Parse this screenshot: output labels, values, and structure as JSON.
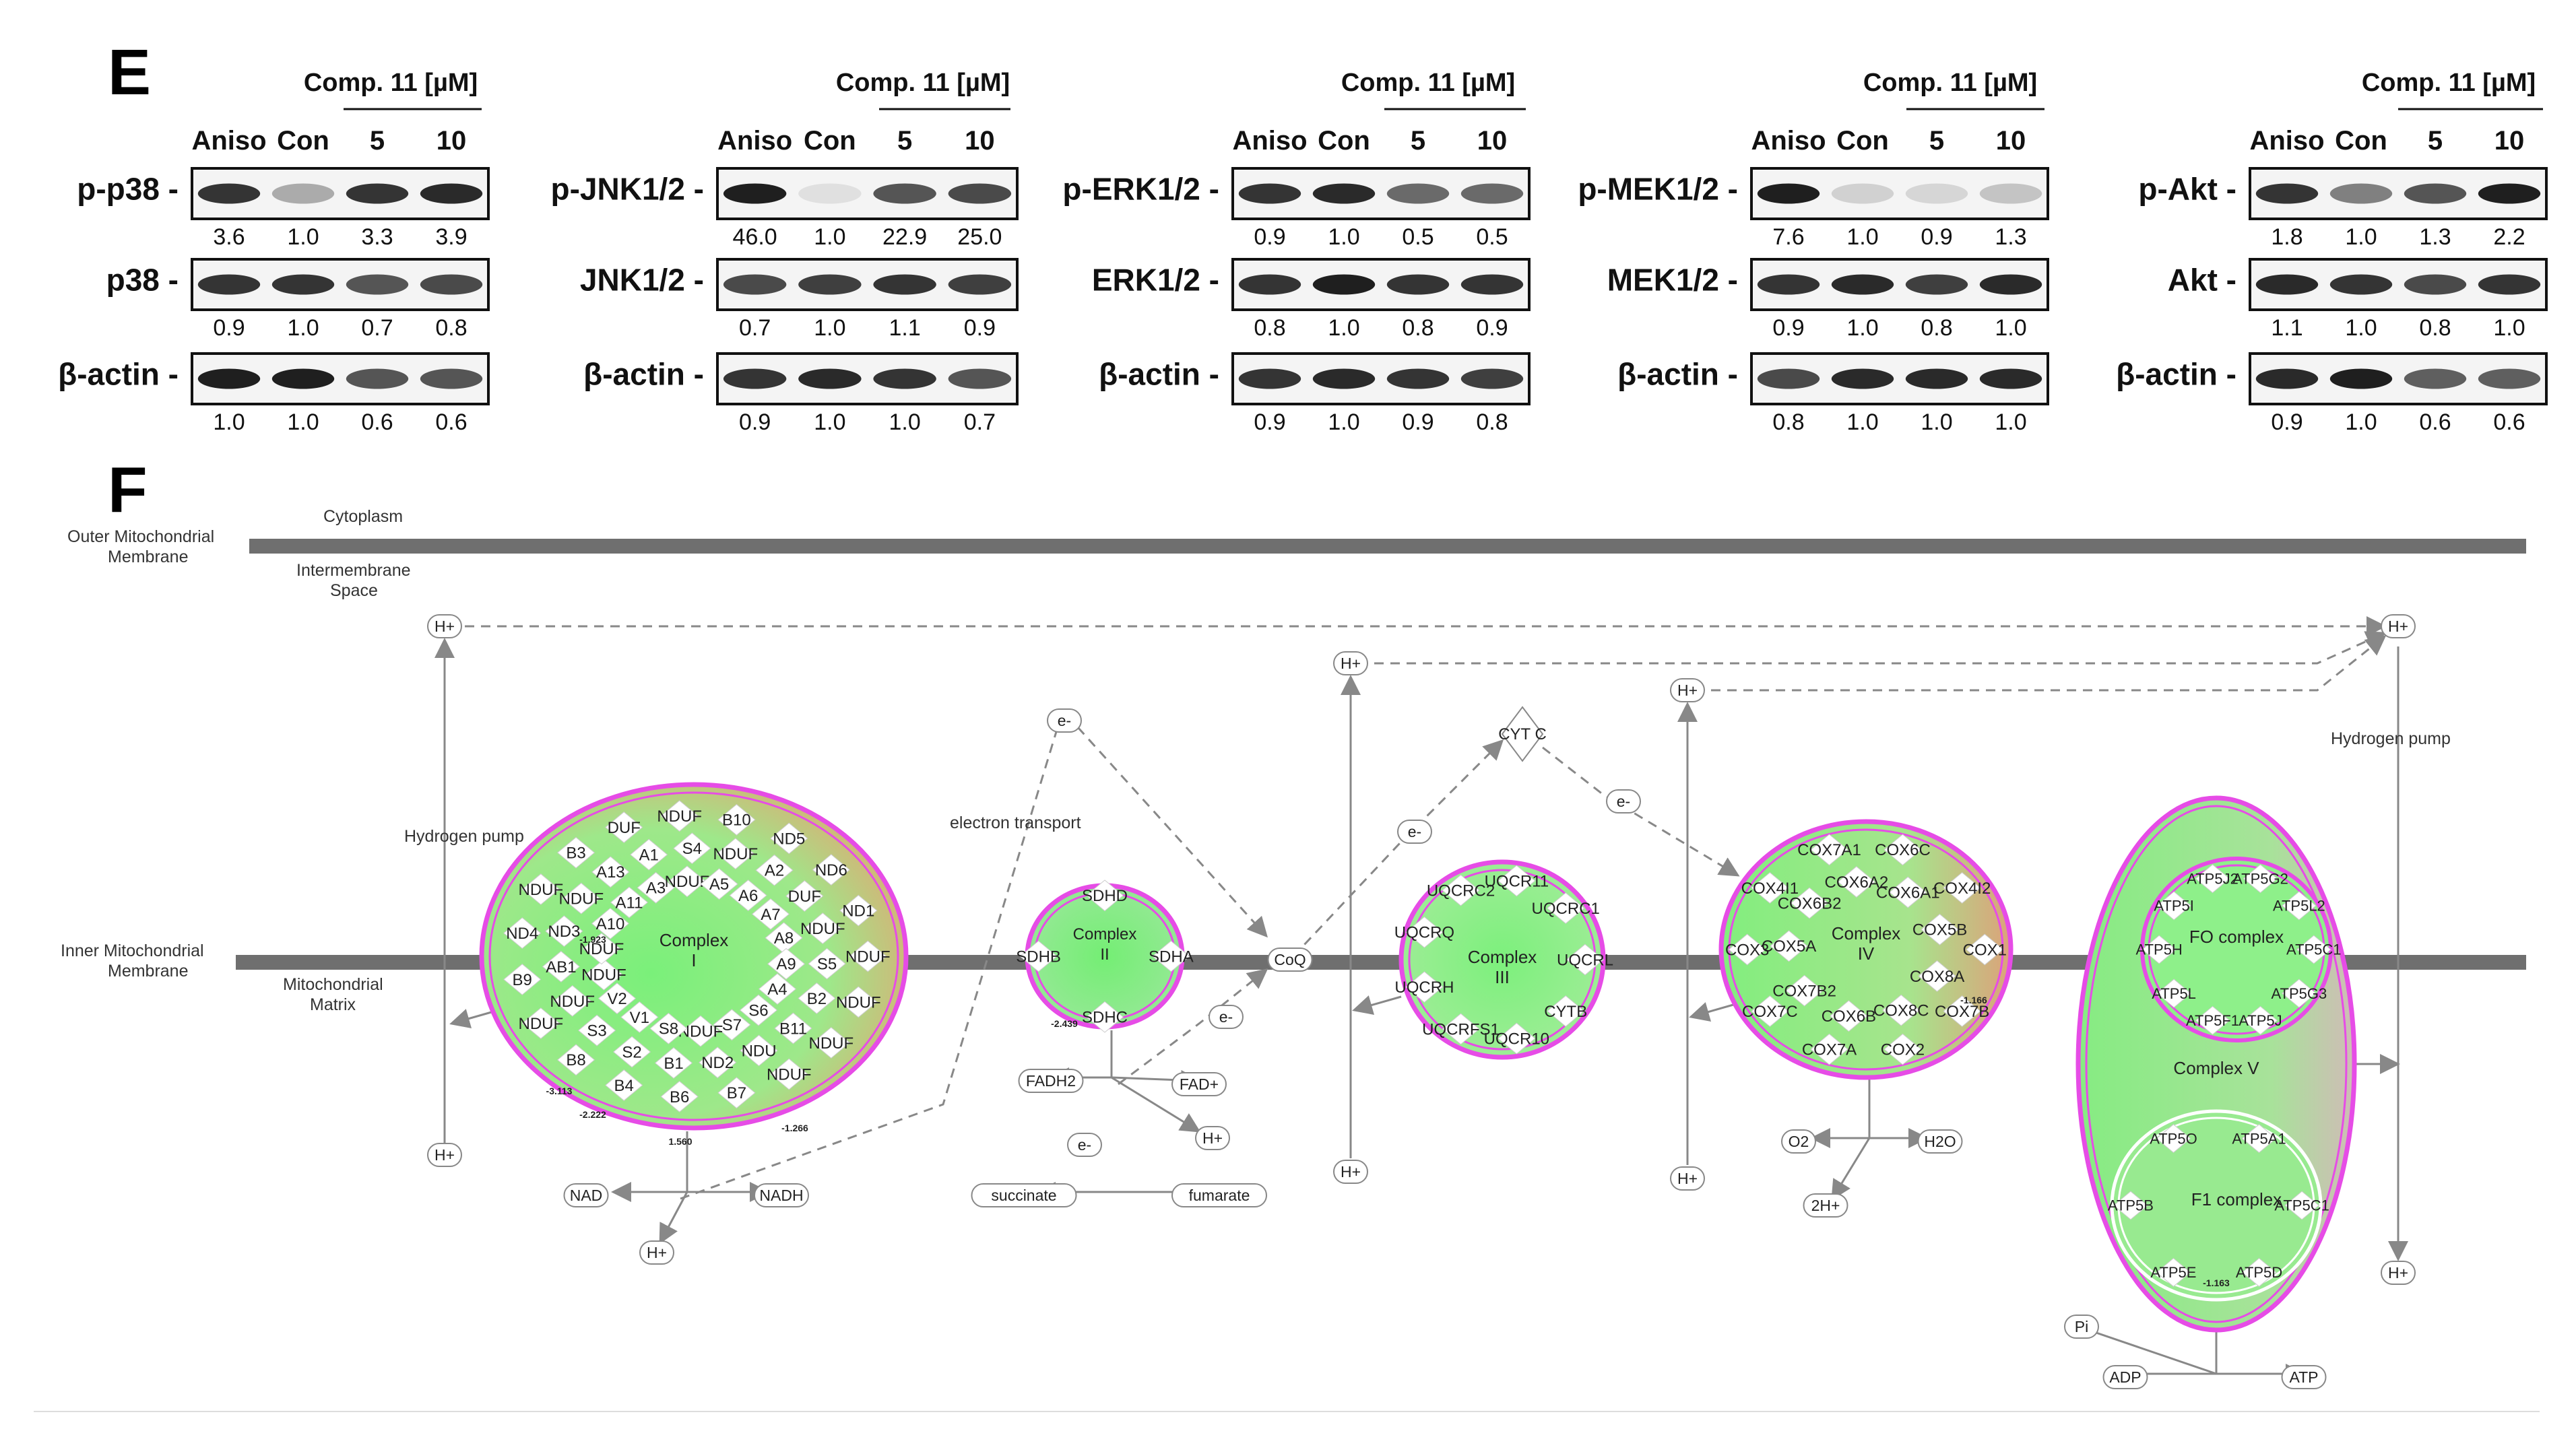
{
  "panel_e": {
    "letter": "E",
    "treatment_label": "Comp. 11 [µM]",
    "lanes": [
      "Aniso",
      "Con",
      "5",
      "10"
    ],
    "groups": [
      {
        "bands": [
          "p-p38 -",
          "p38 -",
          "β-actin -"
        ],
        "values": [
          [
            "3.6",
            "1.0",
            "3.3",
            "3.9"
          ],
          [
            "0.9",
            "1.0",
            "0.7",
            "0.8"
          ],
          [
            "1.0",
            "1.0",
            "0.6",
            "0.6"
          ]
        ],
        "intensity": [
          [
            0.85,
            0.3,
            0.85,
            0.9
          ],
          [
            0.85,
            0.85,
            0.7,
            0.75
          ],
          [
            0.95,
            0.95,
            0.7,
            0.7
          ]
        ]
      },
      {
        "bands": [
          "p-JNK1/2 -",
          "JNK1/2 -",
          "β-actin -"
        ],
        "values": [
          [
            "46.0",
            "1.0",
            "22.9",
            "25.0"
          ],
          [
            "0.7",
            "1.0",
            "1.1",
            "0.9"
          ],
          [
            "0.9",
            "1.0",
            "1.0",
            "0.7"
          ]
        ],
        "intensity": [
          [
            0.95,
            0.05,
            0.7,
            0.75
          ],
          [
            0.75,
            0.8,
            0.85,
            0.8
          ],
          [
            0.85,
            0.9,
            0.85,
            0.7
          ]
        ]
      },
      {
        "bands": [
          "p-ERK1/2 -",
          "ERK1/2 -",
          "β-actin -"
        ],
        "values": [
          [
            "0.9",
            "1.0",
            "0.5",
            "0.5"
          ],
          [
            "0.8",
            "1.0",
            "0.8",
            "0.9"
          ],
          [
            "0.9",
            "1.0",
            "0.9",
            "0.8"
          ]
        ],
        "intensity": [
          [
            0.85,
            0.9,
            0.6,
            0.6
          ],
          [
            0.85,
            0.95,
            0.85,
            0.85
          ],
          [
            0.85,
            0.9,
            0.85,
            0.8
          ]
        ]
      },
      {
        "bands": [
          "p-MEK1/2 -",
          "MEK1/2 -",
          "β-actin -"
        ],
        "values": [
          [
            "7.6",
            "1.0",
            "0.9",
            "1.3"
          ],
          [
            "0.9",
            "1.0",
            "0.8",
            "1.0"
          ],
          [
            "0.8",
            "1.0",
            "1.0",
            "1.0"
          ]
        ],
        "intensity": [
          [
            0.95,
            0.12,
            0.1,
            0.18
          ],
          [
            0.85,
            0.9,
            0.8,
            0.9
          ],
          [
            0.75,
            0.9,
            0.9,
            0.9
          ]
        ]
      },
      {
        "bands": [
          "p-Akt -",
          "Akt -",
          "β-actin -"
        ],
        "values": [
          [
            "1.8",
            "1.0",
            "1.3",
            "2.2"
          ],
          [
            "1.1",
            "1.0",
            "0.8",
            "1.0"
          ],
          [
            "0.9",
            "1.0",
            "0.6",
            "0.6"
          ]
        ],
        "intensity": [
          [
            0.85,
            0.5,
            0.7,
            0.95
          ],
          [
            0.9,
            0.85,
            0.75,
            0.85
          ],
          [
            0.9,
            0.95,
            0.65,
            0.65
          ]
        ]
      }
    ]
  },
  "panel_f": {
    "letter": "F",
    "compartments": {
      "outer": "Outer Mitochondrial Membrane",
      "cytoplasm": "Cytoplasm",
      "intermembrane": "Intermembrane Space",
      "inner": "Inner Mitochondrial Membrane",
      "matrix": "Mitochondrial Matrix"
    },
    "labels": {
      "hydrogen_pump_1": "Hydrogen pump",
      "electron_transport": "electron transport",
      "hydrogen_pump_2": "Hydrogen pump",
      "h_plus": "H+",
      "e_minus": "e-",
      "cytc": "CYT C",
      "coq": "CoQ",
      "nad": "NAD",
      "nadh": "NADH",
      "fadh2": "FADH2",
      "fad": "FAD+",
      "succinate": "succinate",
      "fumarate": "fumarate",
      "o2": "O2",
      "h2o": "H2O",
      "two_h": "2H+",
      "pi": "Pi",
      "adp": "ADP",
      "atp": "ATP"
    },
    "complexes": {
      "c1": {
        "title": "Complex",
        "roman": "I",
        "genes": [
          "NDUF",
          "NDUF",
          "NDUF",
          "NDUF",
          "B7",
          "B6",
          "B4",
          "B8",
          "NDUF",
          "B9",
          "ND4",
          "NDUF",
          "B3",
          "DUF",
          "NDUF",
          "B10",
          "ND5",
          "ND6",
          "ND1",
          "B2",
          "B11",
          "NDU",
          "ND2",
          "B1",
          "S2",
          "S3",
          "NDUF",
          "AB1",
          "ND3",
          "NDUF",
          "A13",
          "A1",
          "S4",
          "NDUF",
          "A2",
          "DUF",
          "NDUF",
          "S5",
          "S6",
          "S7",
          "NDUF",
          "S8",
          "V1",
          "V2",
          "NDUF",
          "NDUF",
          "A10",
          "A11",
          "A3",
          "NDUF",
          "A5",
          "A6",
          "A7",
          "A8",
          "A9",
          "A4"
        ]
      },
      "c2": {
        "title": "Complex",
        "roman": "II",
        "genes": [
          "SDHA",
          "SDHC",
          "SDHB",
          "SDHD"
        ]
      },
      "c3": {
        "title": "Complex",
        "roman": "III",
        "genes": [
          "UQCRL",
          "CYTB",
          "UQCR10",
          "UQCRFS1",
          "UQCRH",
          "UQCRQ",
          "UQCRC2",
          "UQCR11",
          "UQCRC1"
        ]
      },
      "c4": {
        "title": "Complex",
        "roman": "IV",
        "genes": [
          "COX1",
          "COX7B",
          "COX2",
          "COX7A",
          "COX7C",
          "COX3",
          "COX4I1",
          "COX7A1",
          "COX6C",
          "COX4I2",
          "COX8A",
          "COX8C",
          "COX6B",
          "COX7B2",
          "COX5A",
          "COX6B2",
          "COX6A2",
          "COX6A1",
          "COX5B"
        ]
      },
      "c5": {
        "title": "Complex V",
        "fo": {
          "title": "FO complex",
          "genes": [
            "ATP5C1",
            "ATP5G3",
            "ATP5J",
            "ATP5F1",
            "ATP5L",
            "ATP5H",
            "ATP5I",
            "ATP5J2",
            "ATP5G2",
            "ATP5L2"
          ]
        },
        "f1": {
          "title": "F1 complex",
          "genes": [
            "ATP5C1",
            "ATP5D",
            "ATP5E",
            "ATP5B",
            "ATP5O",
            "ATP5A1"
          ]
        }
      }
    },
    "fold_changes": [
      "-1.923",
      "-2.439",
      "-1.166",
      "-3.113",
      "-2.222",
      "1.560",
      "-1.266",
      "-1.163"
    ]
  },
  "colors": {
    "membrane": "#6f6f6f",
    "complex_fill": "#8ef08a",
    "complex_edge": "#e64ce6",
    "arrow": "#888888"
  }
}
